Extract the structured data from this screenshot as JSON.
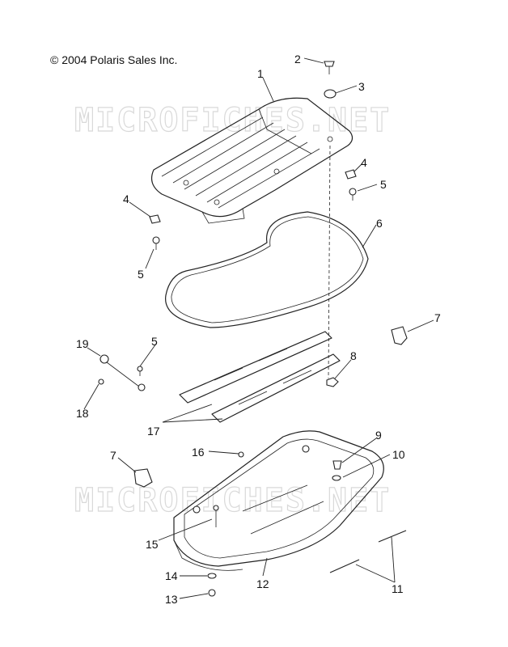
{
  "copyright": "© 2004 Polaris Sales Inc.",
  "watermark": "MICROFICHES.NET",
  "callouts": {
    "c1": "1",
    "c2": "2",
    "c3": "3",
    "c4a": "4",
    "c4b": "4",
    "c5a": "5",
    "c5b": "5",
    "c5c": "5",
    "c6": "6",
    "c7a": "7",
    "c7b": "7",
    "c8": "8",
    "c9": "9",
    "c10": "10",
    "c11": "11",
    "c12": "12",
    "c13": "13",
    "c14": "14",
    "c15": "15",
    "c16": "16",
    "c17": "17",
    "c18": "18",
    "c19": "19"
  }
}
